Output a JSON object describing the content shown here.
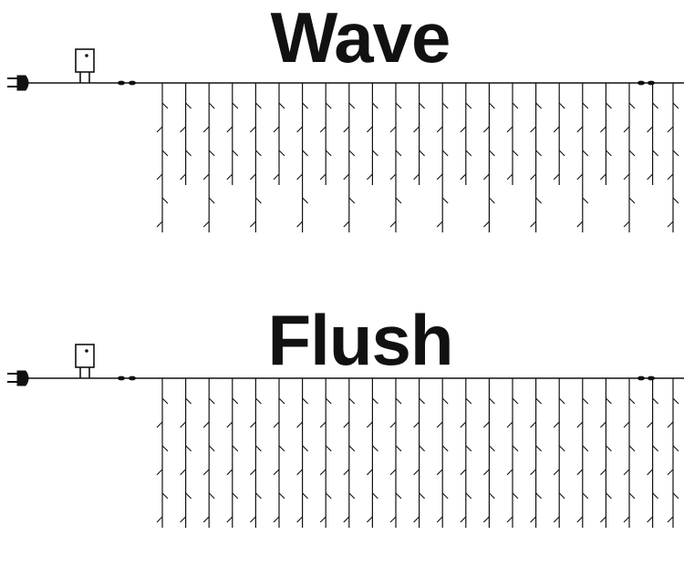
{
  "panels": [
    {
      "title": "Wave",
      "style": "wave",
      "strand_count": 23,
      "strand_lengths_pattern": [
        3,
        2,
        3,
        2,
        3,
        2,
        3,
        2
      ]
    },
    {
      "title": "Flush",
      "style": "flush",
      "strand_count": 23,
      "strand_lengths_pattern": [
        3
      ]
    }
  ],
  "icons": {
    "plug": "plug-icon",
    "controller": "controller-box-icon",
    "connector": "connector-icon",
    "bulb": "bulb-icon"
  },
  "colors": {
    "ink": "#111111",
    "background": "#ffffff"
  }
}
